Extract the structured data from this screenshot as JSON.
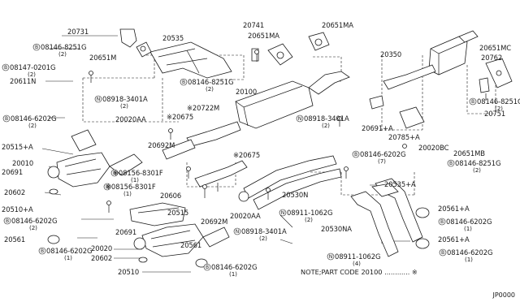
{
  "diagram": {
    "callouts": [
      {
        "name": "callout-20731",
        "text": "20731",
        "qty": ""
      },
      {
        "name": "callout-08146-8251g-top",
        "text": "08146-8251G",
        "qty": "(2)",
        "prefix": "B"
      },
      {
        "name": "callout-20651m",
        "text": "20651M",
        "qty": ""
      },
      {
        "name": "callout-08147-0201g",
        "text": "08147-0201G",
        "qty": "(2)",
        "prefix": "B"
      },
      {
        "name": "callout-20611n",
        "text": "20611N",
        "qty": ""
      },
      {
        "name": "callout-20535-top",
        "text": "20535",
        "qty": ""
      },
      {
        "name": "callout-20741",
        "text": "20741",
        "qty": ""
      },
      {
        "name": "callout-20651ma-left",
        "text": "20651MA",
        "qty": ""
      },
      {
        "name": "callout-20651ma-right",
        "text": "20651MA",
        "qty": ""
      },
      {
        "name": "callout-08146-8251g-mid",
        "text": "08146-8251G",
        "qty": "(2)",
        "prefix": "B"
      },
      {
        "name": "callout-20100",
        "text": "20100",
        "qty": ""
      },
      {
        "name": "callout-08918-3401a-left",
        "text": "08918-3401A",
        "qty": "(2)",
        "prefix": "N"
      },
      {
        "name": "callout-20722m",
        "text": "※20722M",
        "qty": ""
      },
      {
        "name": "callout-20020aa-top",
        "text": "20020AA",
        "qty": ""
      },
      {
        "name": "callout-20675-top",
        "text": "※20675",
        "qty": ""
      },
      {
        "name": "callout-08146-6202g-left",
        "text": "08146-6202G",
        "qty": "(2)",
        "prefix": "B"
      },
      {
        "name": "callout-20515a",
        "text": "20515+A",
        "qty": ""
      },
      {
        "name": "callout-20692m-top",
        "text": "20692M",
        "qty": ""
      },
      {
        "name": "callout-20010",
        "text": "20010",
        "qty": ""
      },
      {
        "name": "callout-20691-top",
        "text": "20691",
        "qty": ""
      },
      {
        "name": "callout-08156-8301f-a",
        "text": "※08156-8301F",
        "qty": "(1)",
        "prefix": "B"
      },
      {
        "name": "callout-08156-8301f-b",
        "text": "※08156-8301F",
        "qty": "(1)",
        "prefix": "B"
      },
      {
        "name": "callout-20675-mid",
        "text": "※20675",
        "qty": ""
      },
      {
        "name": "callout-20602-top",
        "text": "20602",
        "qty": ""
      },
      {
        "name": "callout-20606",
        "text": "20606",
        "qty": ""
      },
      {
        "name": "callout-20510a",
        "text": "20510+A",
        "qty": ""
      },
      {
        "name": "callout-08146-6202g-mid-left",
        "text": "08146-6202G",
        "qty": "(2)",
        "prefix": "B"
      },
      {
        "name": "callout-20515",
        "text": "20515",
        "qty": ""
      },
      {
        "name": "callout-20692m-bottom",
        "text": "20692M",
        "qty": ""
      },
      {
        "name": "callout-20020aa-bottom",
        "text": "20020AA",
        "qty": ""
      },
      {
        "name": "callout-20530n",
        "text": "20530N",
        "qty": ""
      },
      {
        "name": "callout-08911-1062g-top",
        "text": "08911-1062G",
        "qty": "(2)",
        "prefix": "N"
      },
      {
        "name": "callout-08918-3401a-bottom",
        "text": "08918-3401A",
        "qty": "(2)",
        "prefix": "N"
      },
      {
        "name": "callout-20561-left",
        "text": "20561",
        "qty": ""
      },
      {
        "name": "callout-08146-6202g-bottom-left",
        "text": "08146-6202G",
        "qty": "(1)",
        "prefix": "B"
      },
      {
        "name": "callout-20691-bottom",
        "text": "20691",
        "qty": ""
      },
      {
        "name": "callout-20020",
        "text": "20020",
        "qty": ""
      },
      {
        "name": "callout-20602-bottom",
        "text": "20602",
        "qty": ""
      },
      {
        "name": "callout-20561-center",
        "text": "20561",
        "qty": ""
      },
      {
        "name": "callout-20510",
        "text": "20510",
        "qty": ""
      },
      {
        "name": "callout-08146-6202g-bottom-center",
        "text": "08146-6202G",
        "qty": "(1)",
        "prefix": "B"
      },
      {
        "name": "callout-20350",
        "text": "20350",
        "qty": ""
      },
      {
        "name": "callout-20651mc",
        "text": "20651MC",
        "qty": ""
      },
      {
        "name": "callout-20762",
        "text": "20762",
        "qty": ""
      },
      {
        "name": "callout-08146-8251g-right-top",
        "text": "08146-8251G",
        "qty": "(2)",
        "prefix": "B"
      },
      {
        "name": "callout-20751",
        "text": "20751",
        "qty": ""
      },
      {
        "name": "callout-08918-3401a-center",
        "text": "08918-3401A",
        "qty": "(2)",
        "prefix": "N"
      },
      {
        "name": "callout-20691a",
        "text": "20691+A",
        "qty": ""
      },
      {
        "name": "callout-20785a",
        "text": "20785+A",
        "qty": ""
      },
      {
        "name": "callout-20020bc",
        "text": "20020BC",
        "qty": ""
      },
      {
        "name": "callout-20651mb",
        "text": "20651MB",
        "qty": ""
      },
      {
        "name": "callout-08146-8251g-right-bottom",
        "text": "08146-8251G",
        "qty": "(2)",
        "prefix": "B"
      },
      {
        "name": "callout-08146-6202g-center",
        "text": "08146-6202G",
        "qty": "(7)",
        "prefix": "B"
      },
      {
        "name": "callout-20535a",
        "text": "20535+A",
        "qty": ""
      },
      {
        "name": "callout-20561a-top",
        "text": "20561+A",
        "qty": ""
      },
      {
        "name": "callout-08146-6202g-right-mid",
        "text": "08146-6202G",
        "qty": "(1)",
        "prefix": "B"
      },
      {
        "name": "callout-20530na",
        "text": "20530NA",
        "qty": ""
      },
      {
        "name": "callout-20561a-bottom",
        "text": "20561+A",
        "qty": ""
      },
      {
        "name": "callout-08911-1062g-bottom",
        "text": "08911-1062G",
        "qty": "(4)",
        "prefix": "N"
      },
      {
        "name": "callout-08146-6202g-right-bottom",
        "text": "08146-6202G",
        "qty": "(1)",
        "prefix": "B"
      }
    ],
    "note": "NOTE;PART CODE 20100 ............ ※",
    "drawing_code": "JP0000"
  }
}
